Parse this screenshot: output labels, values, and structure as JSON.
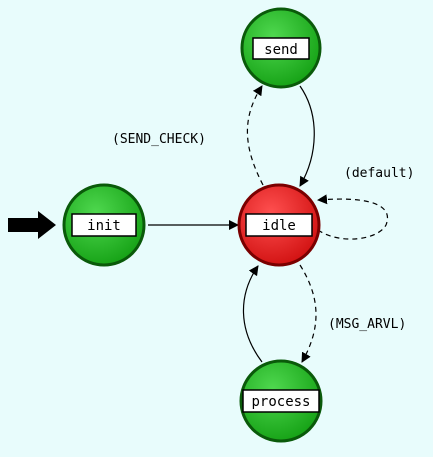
{
  "diagram": {
    "background": "#e8fcfc",
    "states": [
      {
        "id": "send",
        "label": "send",
        "kind": "normal"
      },
      {
        "id": "init",
        "label": "init",
        "kind": "initial"
      },
      {
        "id": "idle",
        "label": "idle",
        "kind": "active"
      },
      {
        "id": "process",
        "label": "process",
        "kind": "normal"
      }
    ],
    "transitions": [
      {
        "from": "idle",
        "to": "send",
        "style": "dashed",
        "label": "(SEND_CHECK)"
      },
      {
        "from": "send",
        "to": "idle",
        "style": "solid",
        "label": ""
      },
      {
        "from": "init",
        "to": "idle",
        "style": "solid",
        "label": ""
      },
      {
        "from": "idle",
        "to": "idle",
        "style": "dashed",
        "label": "(default)"
      },
      {
        "from": "idle",
        "to": "process",
        "style": "dashed",
        "label": "(MSG_ARVL)"
      },
      {
        "from": "process",
        "to": "idle",
        "style": "solid",
        "label": ""
      }
    ],
    "colors": {
      "normal_state": "#20b020",
      "active_state": "#e81818",
      "state_outline": "#0a5a0a",
      "active_outline": "#7a0000",
      "label_box": "#ffffff",
      "arrow": "#000000"
    },
    "initial_marker_icon": "thick-right-arrow"
  }
}
